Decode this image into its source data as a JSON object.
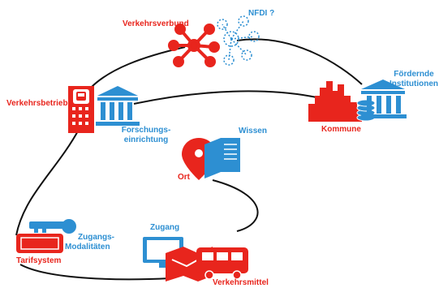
{
  "colors": {
    "red": "#e8251d",
    "blue": "#2d8fd2",
    "line": "#111111"
  },
  "labels": {
    "verkehrsverbund": "Verkehrsverbund",
    "nfdi": "NFDI ?",
    "foerdernde_line1": "Fördernde",
    "foerdernde_line2": "Institutionen",
    "verkehrsbetrieb": "Verkehrsbetrieb",
    "forschung_line1": "Forschungs-",
    "forschung_line2": "einrichtung",
    "kommune": "Kommune",
    "wissen": "Wissen",
    "ort": "Ort",
    "zugangsmod_line1": "Zugangs-",
    "zugangsmod_line2": "Modalitäten",
    "tarifsystem": "Tarifsystem",
    "zugang": "Zugang",
    "verkehrsmittel_partial": "Verkehrsmittel"
  },
  "icons": [
    "network-hub-icon",
    "network-dotted-icon",
    "building-icon",
    "bus-sign-icon",
    "institution-icon",
    "city-skyline-icon",
    "coins-icon",
    "location-pin-icon",
    "book-icon",
    "key-icon",
    "ticket-icon",
    "monitor-icon",
    "bus-icon",
    "map-icon"
  ]
}
